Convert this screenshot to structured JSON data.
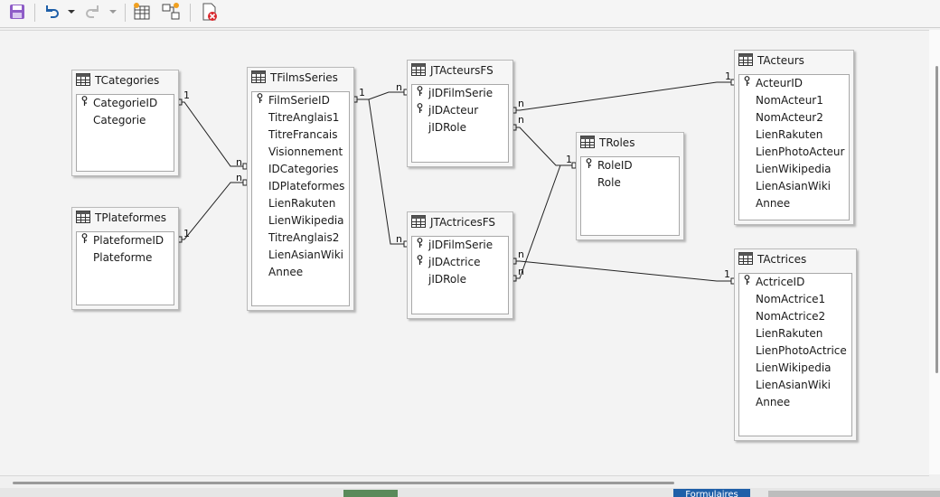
{
  "toolbar": {
    "buttons": [
      {
        "name": "save-button",
        "icon": "save-icon"
      },
      {
        "name": "undo-button",
        "icon": "undo-icon"
      },
      {
        "name": "undo-dropdown",
        "icon": "chevron-down-icon"
      },
      {
        "name": "redo-button",
        "icon": "redo-icon"
      },
      {
        "name": "redo-dropdown",
        "icon": "chevron-down-icon"
      },
      {
        "name": "add-tables-button",
        "icon": "add-table-icon"
      },
      {
        "name": "new-relation-button",
        "icon": "new-relation-icon"
      },
      {
        "name": "delete-button",
        "icon": "delete-icon"
      }
    ]
  },
  "tables": {
    "categories": {
      "title": "TCategories",
      "fields": [
        "CategorieID",
        "Categorie"
      ],
      "keys": [
        0
      ]
    },
    "plateformes": {
      "title": "TPlateformes",
      "fields": [
        "PlateformeID",
        "Plateforme"
      ],
      "keys": [
        0
      ]
    },
    "filmsseries": {
      "title": "TFilmsSeries",
      "fields": [
        "FilmSerieID",
        "TitreAnglais1",
        "TitreFrancais",
        "Visionnement",
        "IDCategories",
        "IDPlateformes",
        "LienRakuten",
        "LienWikipedia",
        "TitreAnglais2",
        "LienAsianWiki",
        "Annee"
      ],
      "keys": [
        0
      ]
    },
    "jtacteurs": {
      "title": "JTActeursFS",
      "fields": [
        "jIDFilmSerie",
        "jIDActeur",
        "jIDRole"
      ],
      "keys": [
        0,
        1
      ]
    },
    "jtactrices": {
      "title": "JTActricesFS",
      "fields": [
        "jIDFilmSerie",
        "jIDActrice",
        "jIDRole"
      ],
      "keys": [
        0,
        1
      ]
    },
    "roles": {
      "title": "TRoles",
      "fields": [
        "RoleID",
        "Role"
      ],
      "keys": [
        0
      ]
    },
    "acteurs": {
      "title": "TActeurs",
      "fields": [
        "ActeurID",
        "NomActeur1",
        "NomActeur2",
        "LienRakuten",
        "LienPhotoActeur",
        "LienWikipedia",
        "LienAsianWiki",
        "Annee"
      ],
      "keys": [
        0
      ]
    },
    "actrices": {
      "title": "TActrices",
      "fields": [
        "ActriceID",
        "NomActrice1",
        "NomActrice2",
        "LienRakuten",
        "LienPhotoActrice",
        "LienWikipedia",
        "LienAsianWiki",
        "Annee"
      ],
      "keys": [
        0
      ]
    }
  },
  "cardinality": {
    "one": "1",
    "many": "n"
  },
  "statusbar": {
    "tab_label": "Formulaires"
  },
  "colors": {
    "accent": "#1f5fa8"
  }
}
